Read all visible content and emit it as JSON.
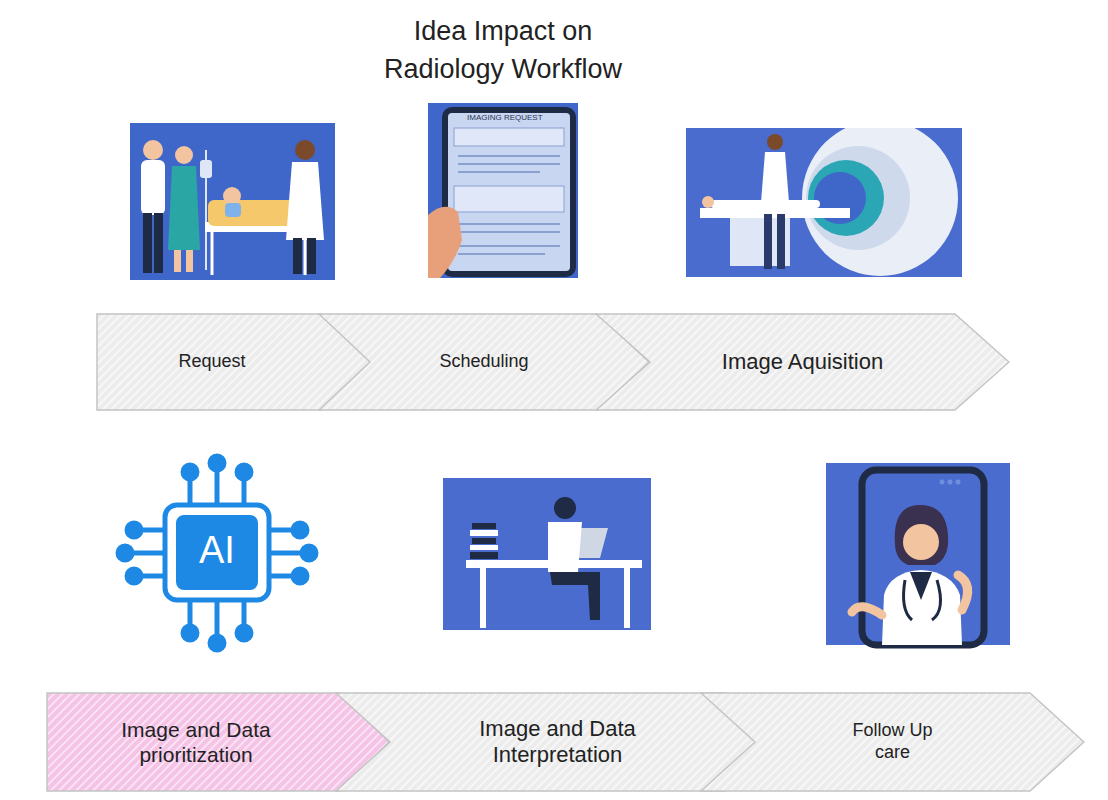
{
  "diagram": {
    "title": "Idea Impact on Radiology Workflow",
    "nodes": [
      {
        "text": [
          "Request"
        ]
      },
      {
        "text": [
          "Scheduling"
        ]
      },
      {
        "text": [
          "Image Aquisition"
        ]
      },
      {
        "text": [
          "Image and Data prioritization"
        ]
      },
      {
        "text": [
          "Image and Data Interpretation"
        ]
      },
      {
        "text": [
          "Follow Up care"
        ]
      }
    ],
    "labels": [
      "IMAGING REQUEST",
      "AI"
    ]
  }
}
